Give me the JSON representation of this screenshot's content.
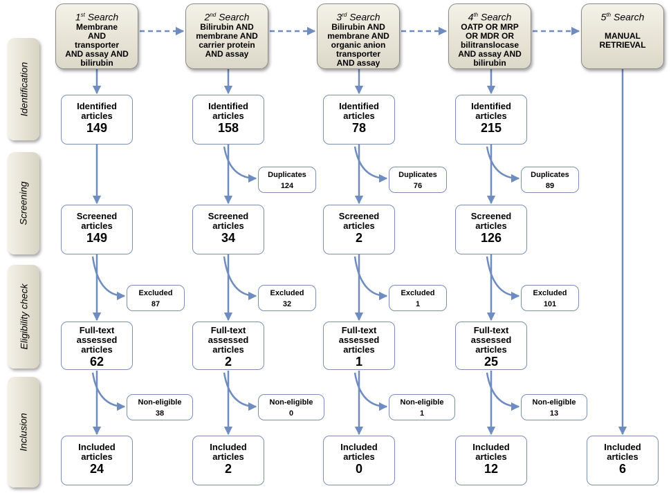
{
  "phases": [
    "Identification",
    "Screening",
    "Eligibility check",
    "Inclusion"
  ],
  "searches": [
    {
      "ord": "1",
      "sup": "st",
      "word": " Search",
      "lines": [
        "Membrane",
        "AND",
        "transporter",
        "AND assay AND",
        "bilirubin"
      ]
    },
    {
      "ord": "2",
      "sup": "nd",
      "word": " Search",
      "lines": [
        "Bilirubin AND",
        "membrane AND",
        "carrier protein",
        "AND assay"
      ]
    },
    {
      "ord": "3",
      "sup": "rd",
      "word": " Search",
      "lines": [
        "Bilirubin AND",
        "membrane AND",
        "organic anion",
        "transporter",
        "AND assay"
      ]
    },
    {
      "ord": "4",
      "sup": "th",
      "word": " Search",
      "lines": [
        "OATP OR MRP",
        "OR MDR OR",
        "bilitranslocase",
        "AND assay AND",
        "bilirubin"
      ]
    },
    {
      "ord": "5",
      "sup": "th",
      "word": " Search",
      "lines": [
        "",
        "MANUAL",
        "RETRIEVAL"
      ]
    }
  ],
  "columns": [
    {
      "identified": {
        "label": [
          "Identified",
          "articles"
        ],
        "value": "149"
      },
      "screened": {
        "label": [
          "Screened",
          "articles"
        ],
        "value": "149"
      },
      "excluded": {
        "label": "Excluded",
        "value": "87"
      },
      "fulltext": {
        "label": [
          "Full-text",
          "assessed",
          "articles"
        ],
        "value": "62"
      },
      "noneligible": {
        "label": "Non-eligible",
        "value": "38"
      },
      "included": {
        "label": [
          "Included",
          "articles"
        ],
        "value": "24"
      }
    },
    {
      "identified": {
        "label": [
          "Identified",
          "articles"
        ],
        "value": "158"
      },
      "duplicates": {
        "label": "Duplicates",
        "value": "124"
      },
      "screened": {
        "label": [
          "Screened",
          "articles"
        ],
        "value": "34"
      },
      "excluded": {
        "label": "Excluded",
        "value": "32"
      },
      "fulltext": {
        "label": [
          "Full-text",
          "assessed",
          "articles"
        ],
        "value": "2"
      },
      "noneligible": {
        "label": "Non-eligible",
        "value": "0"
      },
      "included": {
        "label": [
          "Included",
          "articles"
        ],
        "value": "2"
      }
    },
    {
      "identified": {
        "label": [
          "Identified",
          "articles"
        ],
        "value": "78"
      },
      "duplicates": {
        "label": "Duplicates",
        "value": "76"
      },
      "screened": {
        "label": [
          "Screened",
          "articles"
        ],
        "value": "2"
      },
      "excluded": {
        "label": "Excluded",
        "value": "1"
      },
      "fulltext": {
        "label": [
          "Full-text",
          "assessed",
          "articles"
        ],
        "value": "1"
      },
      "noneligible": {
        "label": "Non-eligible",
        "value": "1"
      },
      "included": {
        "label": [
          "Included",
          "articles"
        ],
        "value": "0"
      }
    },
    {
      "identified": {
        "label": [
          "Identified",
          "articles"
        ],
        "value": "215"
      },
      "duplicates": {
        "label": "Duplicates",
        "value": "89"
      },
      "screened": {
        "label": [
          "Screened",
          "articles"
        ],
        "value": "126"
      },
      "excluded": {
        "label": "Excluded",
        "value": "101"
      },
      "fulltext": {
        "label": [
          "Full-text",
          "assessed",
          "articles"
        ],
        "value": "25"
      },
      "noneligible": {
        "label": "Non-eligible",
        "value": "13"
      },
      "included": {
        "label": [
          "Included",
          "articles"
        ],
        "value": "12"
      }
    },
    {
      "included": {
        "label": [
          "Included",
          "articles"
        ],
        "value": "6"
      }
    }
  ],
  "colors": {
    "arrow": "#6f8cc0",
    "border": "#7b8fb2",
    "header_fill": "#e6e2d4"
  }
}
